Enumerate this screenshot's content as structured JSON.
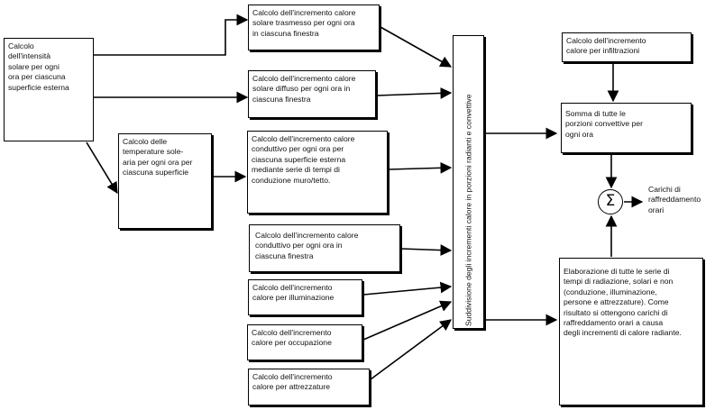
{
  "diagram": {
    "nodes": {
      "solar_intensity": "Calcolo\ndell'intensità\nsolare per ogni\nora per ciascuna\nsuperficie esterna",
      "sol_air_temp": "Calcolo delle\ntemperature sole-\naria per ogni ora per\nciascuna superficie",
      "solar_transmitted": "Calcolo dell'incremento calore\nsolare trasmesso per ogni ora\nin ciascuna finestra",
      "solar_diffuse": "Calcolo dell'incremento calore\nsolare diffuso per ogni ora in\nciascuna finestra",
      "conductive_wall": "Calcolo dell'incremento calore\nconduttivo per ogni ora per\nciascuna superficie esterna\nmediante serie di tempi di\nconduzione muro/tetto.",
      "conductive_window": "Calcolo dell'incremento calore\nconduttivo per ogni ora in\nciascuna finestra",
      "lighting": "Calcolo dell'incremento\ncalore per illuminazione",
      "occupancy": "Calcolo dell'incremento\ncalore per occupazione",
      "equipment": "Calcolo dell'incremento\ncalore per attrezzature",
      "split": "Suddivisione degli incrementi calore in porzioni radianti e convettive",
      "infiltration": "Calcolo dell'incremento\ncalore per infiltrazioni",
      "convective_sum": "Somma di tutte le\nporzioni convettive per\nogni ora",
      "radiant_processing": "Elaborazione di tutte le serie di\ntempi di radiazione, solari e non\n(conduzione, illuminazione,\npersone e attrezzature). Come\nrisultato si ottengono carichi di\nraffreddamento orari a causa\ndegli incrementi di calore radiante."
    },
    "sum_symbol": "Σ",
    "output_label": "Carichi di\nraffreddamento\norari"
  },
  "colors": {
    "line": "#000000",
    "box_fill": "#ffffff",
    "text": "#111111"
  }
}
